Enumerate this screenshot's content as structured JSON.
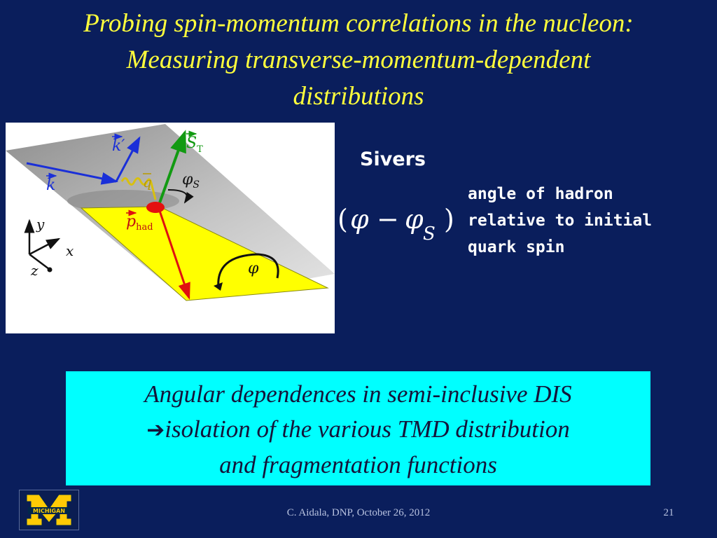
{
  "title": {
    "line1": "Probing spin-momentum correlations in the nucleon:",
    "line2": "Measuring transverse-momentum-dependent",
    "line3": "distributions"
  },
  "diagram": {
    "labels": {
      "k_prime": "k′",
      "k": "k",
      "q": "q",
      "s_t": "S",
      "s_t_sub": "T",
      "phi_s": "φ",
      "phi_s_sub": "S",
      "p_had": "p",
      "p_had_sub": "had",
      "phi": "φ",
      "axis_y": "y",
      "axis_x": "x",
      "axis_z": "z"
    },
    "colors": {
      "lepton": "#1a2fd8",
      "spin": "#129a12",
      "hadron": "#e01010",
      "quark_wave": "#d8c010",
      "plane_gray": "#b0b0b0",
      "plane_yellow": "#ffff00"
    }
  },
  "sivers": {
    "label": "Sivers",
    "formula": {
      "open": "(",
      "phi": "φ",
      "minus": "−",
      "phi_s": "φ",
      "sub": "S",
      "close": ")"
    },
    "annotation": [
      "angle of hadron",
      "relative to initial",
      "quark spin"
    ]
  },
  "callout": {
    "line1": "Angular dependences in semi-inclusive DIS",
    "arrow": "➔",
    "line2": "isolation of the various TMD distribution",
    "line3": "and fragmentation functions"
  },
  "logo": {
    "word": "MICHIGAN",
    "colors": {
      "maize": "#ffcb05",
      "blue": "#00274c"
    }
  },
  "footer": {
    "text": "C. Aidala, DNP, October 26, 2012",
    "page": "21"
  }
}
